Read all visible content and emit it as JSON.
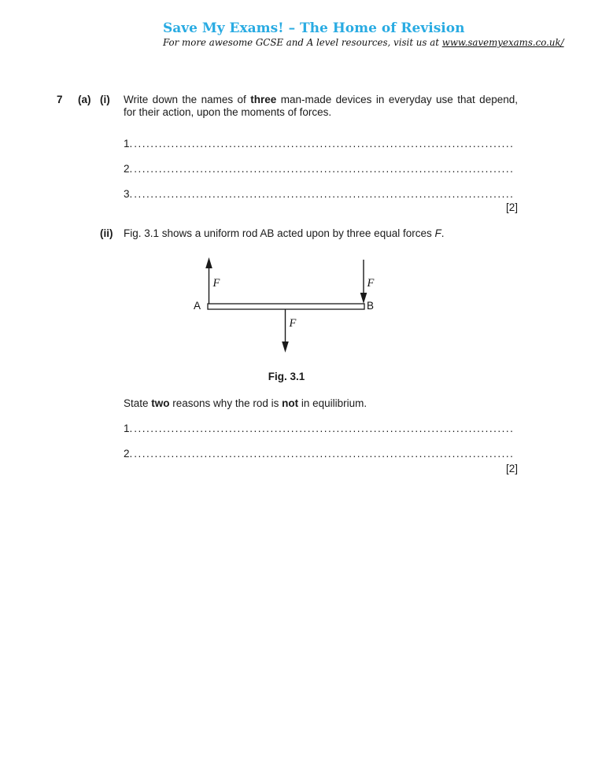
{
  "page": {
    "background": "#ffffff",
    "text_color": "#1a1a1a"
  },
  "header": {
    "title": "Save My Exams! – The Home of Revision",
    "title_color": "#29abe2",
    "subtitle_prefix": "For more awesome GCSE and A level resources, visit us at ",
    "subtitle_link": "www.savemyexams.co.uk/"
  },
  "question": {
    "number": "7",
    "part_label": "(a)"
  },
  "part_i": {
    "label": "(i)",
    "line1_pre": "Write down the names of ",
    "line1_bold": "three",
    "line1_post": " man-made devices in everyday use that depend,",
    "line2": "for their action, upon the moments of forces.",
    "answer_numbers": [
      "1.",
      "2.",
      "3."
    ],
    "marks": "[2]"
  },
  "part_ii": {
    "label": "(ii)",
    "intro_pre": "Fig. 3.1 shows a uniform rod AB acted upon by three equal forces ",
    "intro_italic": "F",
    "intro_post": ".",
    "figure": {
      "caption": "Fig. 3.1",
      "end_label_left": "A",
      "end_label_right": "B",
      "force_label_left": "F",
      "force_label_right": "F",
      "force_label_middle": "F"
    },
    "state_pre": "State ",
    "state_bold_1": "two",
    "state_mid": " reasons why the rod is ",
    "state_bold_2": "not",
    "state_post": " in equilibrium.",
    "answer_numbers": [
      "1.",
      "2."
    ],
    "marks": "[2]"
  },
  "leader_dots": ".........................................................................................................................................................."
}
